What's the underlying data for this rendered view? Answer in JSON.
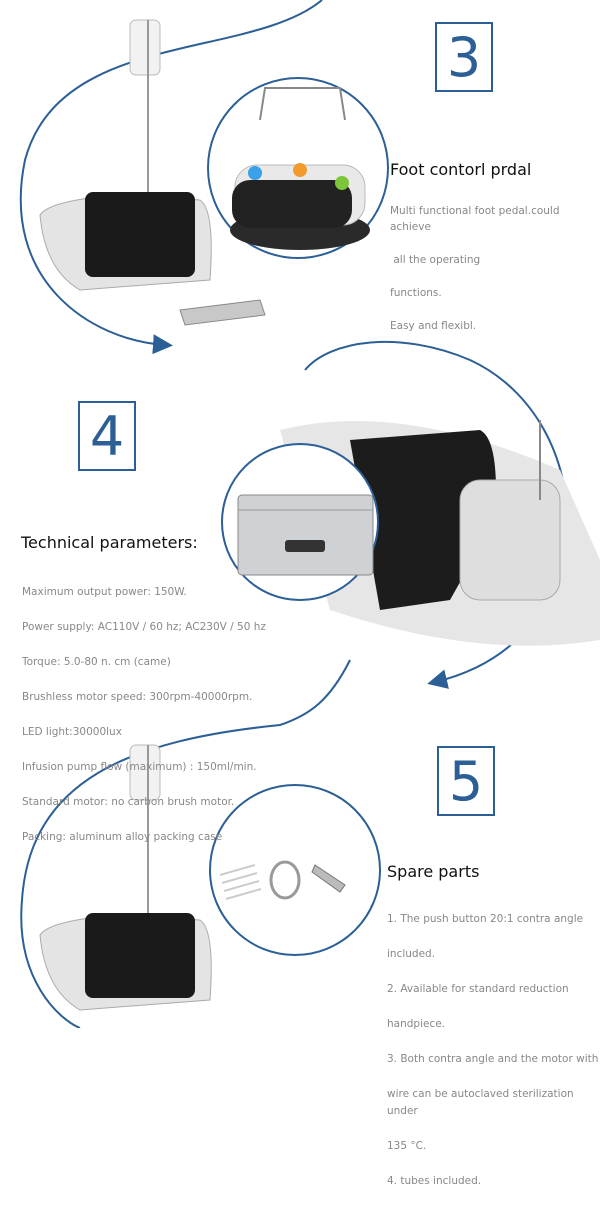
{
  "sections": [
    {
      "number": "3",
      "title": "Foot contorl prdal",
      "lines": [
        "Multi functional foot pedal.could achieve",
        " all the operating",
        "functions.",
        "Easy and flexibl."
      ]
    },
    {
      "number": "4",
      "title": "Technical parameters:",
      "lines": [
        "Maximum output power: 150W.",
        "Power supply: AC110V / 60 hz; AC230V / 50 hz",
        "Torque: 5.0-80 n. cm (came)",
        "Brushless motor speed: 300rpm-40000rpm.",
        "LED light:30000lux",
        "Infusion pump flow (maximum) : 150ml/min.",
        "Standard motor: no carbon brush motor.",
        "Packing: aluminum alloy packing case"
      ]
    },
    {
      "number": "5",
      "title": "Spare parts",
      "lines": [
        "1. The push button 20:1 contra angle",
        "included.",
        "2. Available for standard reduction",
        "handpiece.",
        "3. Both contra angle and the motor with",
        "wire can be autoclaved sterilization under",
        "135 °C.",
        "4. tubes included."
      ]
    }
  ],
  "colors": {
    "accent": "#2b5f95",
    "title": "#111111",
    "body": "#888888"
  }
}
